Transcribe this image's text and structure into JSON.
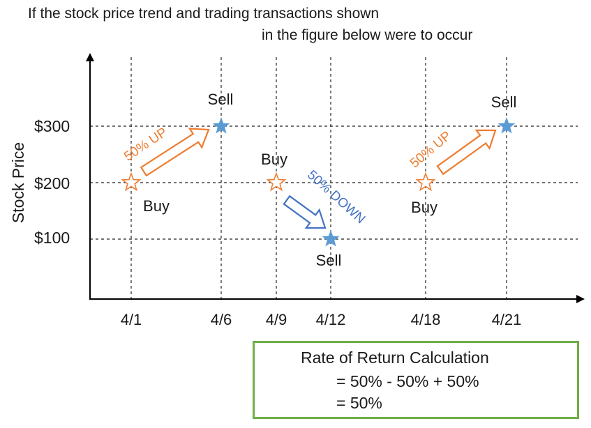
{
  "title": {
    "line1": "If the stock price trend and trading transactions shown",
    "line2": "in the figure below were to occur"
  },
  "axes": {
    "ylabel": "Stock Price",
    "y_ticks": [
      {
        "label": "$300",
        "value": 300
      },
      {
        "label": "$200",
        "value": 200
      },
      {
        "label": "$100",
        "value": 100
      }
    ],
    "x_ticks": [
      "4/1",
      "4/6",
      "4/9",
      "4/12",
      "4/18",
      "4/21"
    ]
  },
  "trades": [
    {
      "date": "4/1",
      "price": 200,
      "action": "Buy"
    },
    {
      "date": "4/6",
      "price": 300,
      "action": "Sell"
    },
    {
      "date": "4/9",
      "price": 200,
      "action": "Buy"
    },
    {
      "date": "4/12",
      "price": 100,
      "action": "Sell"
    },
    {
      "date": "4/18",
      "price": 200,
      "action": "Buy"
    },
    {
      "date": "4/21",
      "price": 300,
      "action": "Sell"
    }
  ],
  "arrows": [
    {
      "label": "50% UP",
      "direction": "up",
      "color": "#ed7d31"
    },
    {
      "label": "50% DOWN",
      "direction": "down",
      "color": "#4472c4"
    },
    {
      "label": "50% UP",
      "direction": "up",
      "color": "#ed7d31"
    }
  ],
  "colors": {
    "buy": "#ed7d31",
    "sell": "#5b9bd5",
    "up": "#ed7d31",
    "down": "#4472c4",
    "box_border": "#70ad47"
  },
  "calculation": {
    "title": "Rate of Return Calculation",
    "line1": "= 50% - 50% + 50%",
    "line2": "= 50%"
  }
}
